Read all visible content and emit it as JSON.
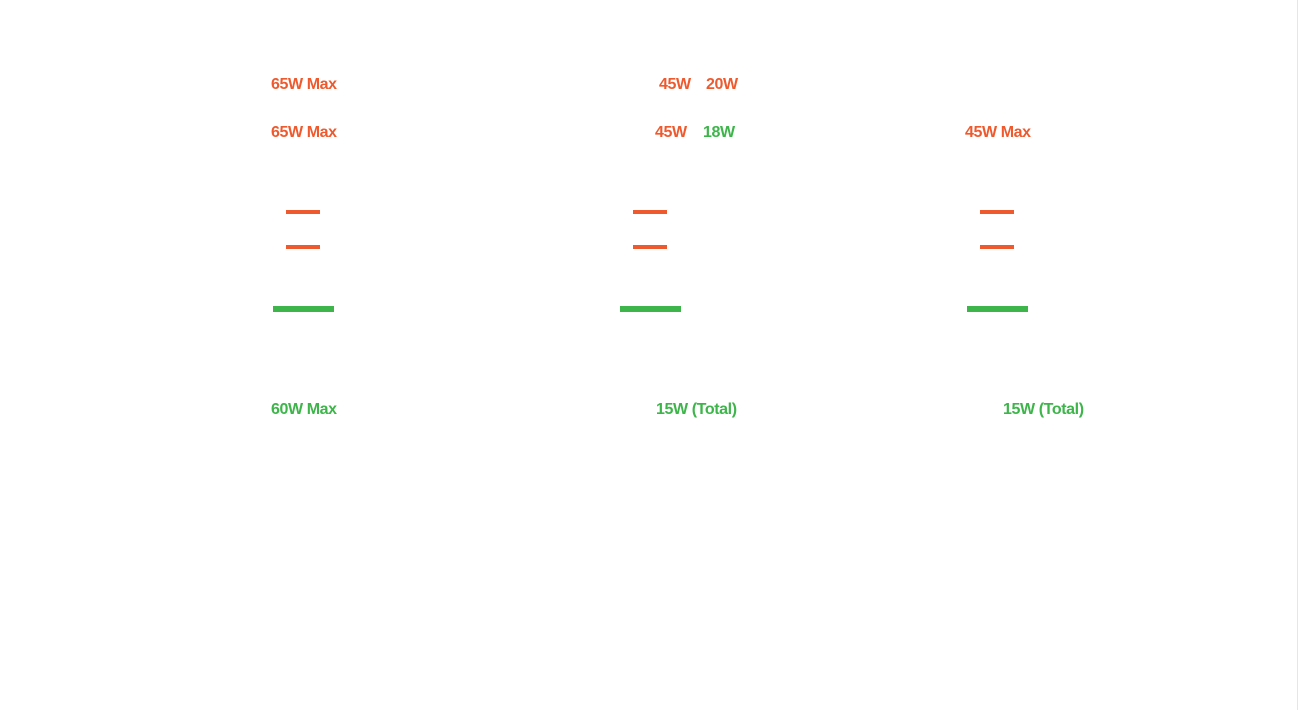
{
  "colors": {
    "orange": "#ee5a2e",
    "green": "#3db54a",
    "background": "#ffffff"
  },
  "labels": {
    "col1": {
      "row1": "65W Max",
      "row2": "65W Max",
      "bottom": "60W Max"
    },
    "col2": {
      "row1_a": "45W",
      "row1_b": "20W",
      "row2_a": "45W",
      "row2_b": "18W",
      "bottom": "15W (Total)"
    },
    "col3": {
      "row2": "45W Max",
      "bottom": "15W (Total)"
    }
  }
}
